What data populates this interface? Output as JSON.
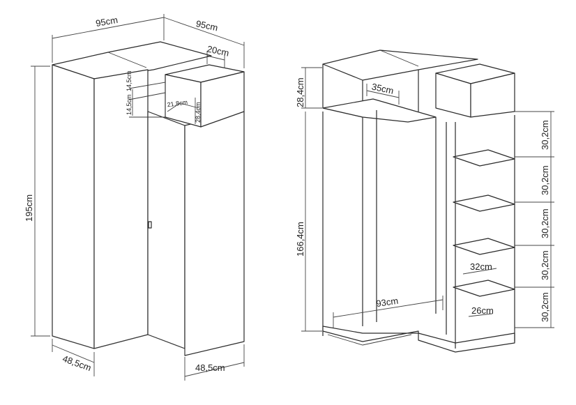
{
  "left_view": {
    "width_front": "95cm",
    "width_side": "95cm",
    "top_box_depth": "20cm",
    "height_total": "195cm",
    "gap_a": "14,5cm",
    "gap_b": "14,5cm",
    "shelf_width": "21,8cm",
    "shelf_height": "28,4cm",
    "depth_left": "48,5cm",
    "depth_right": "48,5cm"
  },
  "right_view": {
    "top_height": "28,4cm",
    "rail_length": "35cm",
    "main_height": "166,4cm",
    "bottom_width": "93cm",
    "shelf_heights": [
      "30,2cm",
      "30,2cm",
      "30,2cm",
      "30,2cm",
      "30,2cm"
    ],
    "shelf_depth": "32cm",
    "bottom_shelf_width": "26cm"
  }
}
